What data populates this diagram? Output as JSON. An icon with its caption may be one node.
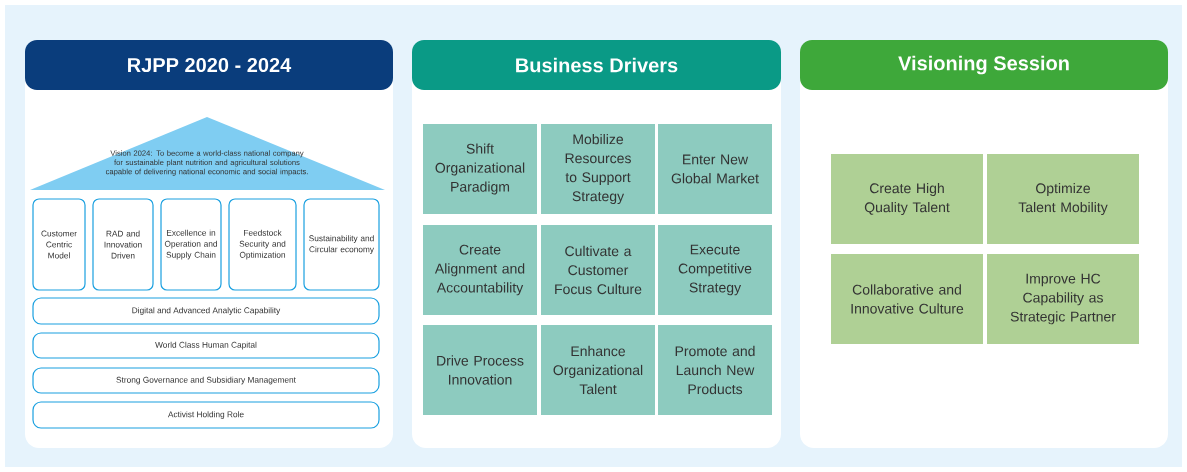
{
  "diagram": {
    "nodes": [
      {
        "text": [
          "RJPP 2020 - 2024"
        ]
      },
      {
        "text": [
          "Vision 2024: To become a world-class national company for sustainable plant nutrition and agricultural solutions capable of delivering national economic and social impacts."
        ],
        "in": 0
      },
      {
        "text": [
          "Customer Centric Model"
        ],
        "in": 0
      },
      {
        "text": [
          "RAD and Innovation Driven"
        ],
        "in": 0
      },
      {
        "text": [
          "Excellence in Operation and Supply Chain"
        ],
        "in": 0
      },
      {
        "text": [
          "Feedstock Security and Optimization"
        ],
        "in": 0
      },
      {
        "text": [
          "Sustainability and Circular economy"
        ],
        "in": 0
      },
      {
        "text": [
          "Digital and Advanced Analytic Capability"
        ],
        "in": 0
      },
      {
        "text": [
          "World Class Human Capital"
        ],
        "in": 0
      },
      {
        "text": [
          "Strong Governance and Subsidiary Management"
        ],
        "in": 0
      },
      {
        "text": [
          "Activist Holding Role"
        ],
        "in": 0
      },
      {
        "text": [
          "Business Drivers"
        ]
      },
      {
        "text": [
          "Shift Organizational Paradigm"
        ],
        "in": 11
      },
      {
        "text": [
          "Mobilize Resources to Support Strategy"
        ],
        "in": 11
      },
      {
        "text": [
          "Enter New Global Market"
        ],
        "in": 11
      },
      {
        "text": [
          "Create Alignment and Accountability"
        ],
        "in": 11
      },
      {
        "text": [
          "Cultivate a Customer Focus Culture"
        ],
        "in": 11
      },
      {
        "text": [
          "Execute Competitive Strategy"
        ],
        "in": 11
      },
      {
        "text": [
          "Drive Process Innovation"
        ],
        "in": 11
      },
      {
        "text": [
          "Enhance Organizational Talent"
        ],
        "in": 11
      },
      {
        "text": [
          "Promote and Launch New Products"
        ],
        "in": 11
      },
      {
        "text": [
          "Visioning Session"
        ]
      },
      {
        "text": [
          "Create High Quality Talent"
        ],
        "in": 21
      },
      {
        "text": [
          "Optimize Talent Mobility"
        ],
        "in": 21
      },
      {
        "text": [
          "Collaborative and Innovative Culture"
        ],
        "in": 21
      },
      {
        "text": [
          "Improve HC Capability as Strategic Partner"
        ],
        "in": 21
      }
    ]
  }
}
